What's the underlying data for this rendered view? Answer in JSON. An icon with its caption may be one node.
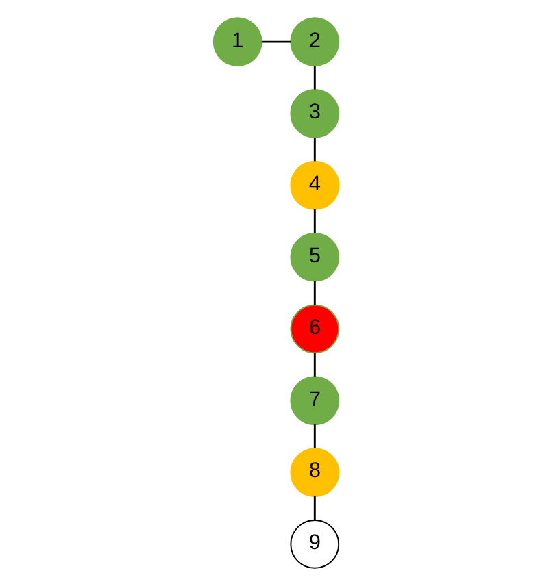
{
  "diagram": {
    "nodes": [
      {
        "text": [
          "1"
        ]
      },
      {
        "text": [
          "2"
        ]
      },
      {
        "text": [
          "3"
        ]
      },
      {
        "text": [
          "4"
        ]
      },
      {
        "text": [
          "5"
        ]
      },
      {
        "text": [
          "6"
        ]
      },
      {
        "text": [
          "7"
        ]
      },
      {
        "text": [
          "8"
        ]
      },
      {
        "text": [
          "9"
        ]
      }
    ],
    "edges": [
      {
        "from": 0,
        "to": 1,
        "arrow": "none"
      },
      {
        "from": 1,
        "to": 2,
        "arrow": "none"
      },
      {
        "from": 2,
        "to": 3,
        "arrow": "none"
      },
      {
        "from": 3,
        "to": 4,
        "arrow": "none"
      },
      {
        "from": 4,
        "to": 5,
        "arrow": "none"
      },
      {
        "from": 5,
        "to": 6,
        "arrow": "none"
      },
      {
        "from": 6,
        "to": 7,
        "arrow": "none"
      },
      {
        "from": 7,
        "to": 8,
        "arrow": "none"
      }
    ]
  }
}
